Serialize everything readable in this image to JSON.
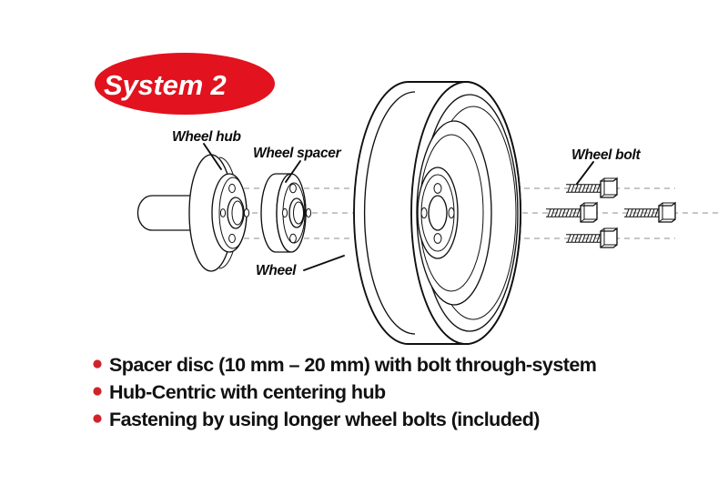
{
  "document": {
    "type": "technical-exploded-diagram",
    "subject": "Wheel spacer bolt-through system installation diagram",
    "background_color": "#ffffff"
  },
  "badge": {
    "label": "System 2",
    "shape": "ellipse",
    "fill_color": "#e2121e",
    "text_color": "#ffffff"
  },
  "labels": [
    {
      "id": "wheel-hub",
      "text": "Wheel hub"
    },
    {
      "id": "wheel-spacer",
      "text": "Wheel spacer"
    },
    {
      "id": "wheel",
      "text": "Wheel"
    },
    {
      "id": "wheel-bolt",
      "text": "Wheel bolt"
    }
  ],
  "parts": {
    "wheel_hub": {
      "name": "Wheel hub",
      "bolt_holes": 4,
      "has_axle_shaft": true
    },
    "wheel_spacer": {
      "name": "Wheel spacer",
      "bolt_holes": 4,
      "centering_hub": true
    },
    "wheel": {
      "name": "Wheel",
      "bolt_holes": 4
    },
    "wheel_bolts": {
      "name": "Wheel bolt",
      "count": 4,
      "head_type": "hex"
    }
  },
  "alignment_lines": {
    "count": 3,
    "style": "dashed",
    "color": "#8d8d8d"
  },
  "bullets": {
    "marker_color": "#d0242c",
    "items": [
      "Spacer disc (10 mm – 20 mm) with bolt through-system",
      "Hub-Centric with centering hub",
      "Fastening by using longer wheel bolts (included)"
    ]
  }
}
